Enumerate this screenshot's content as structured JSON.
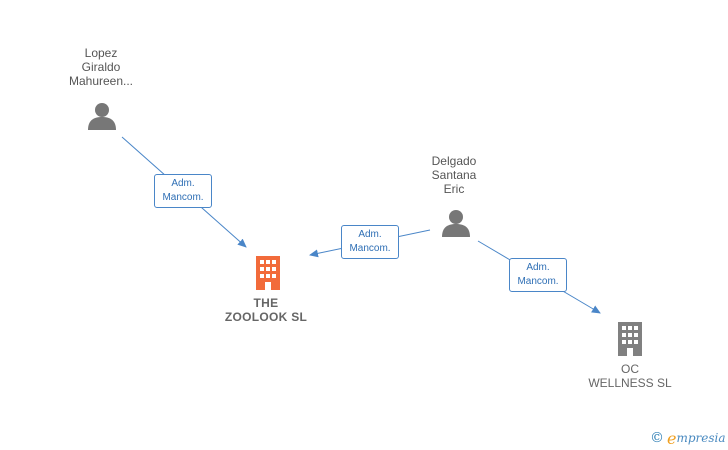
{
  "nodes": {
    "lopez": {
      "lines": [
        "Lopez",
        "Giraldo",
        "Mahureen..."
      ]
    },
    "delgado": {
      "lines": [
        "Delgado",
        "Santana",
        "Eric"
      ]
    },
    "zoolook": {
      "lines": [
        "THE",
        "ZOOLOOK  SL"
      ],
      "color": "#f26b3a"
    },
    "wellness": {
      "lines": [
        "OC",
        "WELLNESS  SL"
      ],
      "color": "#808080"
    }
  },
  "edges": [
    {
      "from": "lopez",
      "to": "zoolook",
      "label": [
        "Adm.",
        "Mancom."
      ]
    },
    {
      "from": "delgado",
      "to": "zoolook",
      "label": [
        "Adm.",
        "Mancom."
      ]
    },
    {
      "from": "delgado",
      "to": "wellness",
      "label": [
        "Adm.",
        "Mancom."
      ]
    }
  ],
  "colors": {
    "edge": "#4a86c8",
    "person": "#777777"
  },
  "watermark": {
    "copyright": "©",
    "brand_initial": "e",
    "brand_rest": "mpresia"
  }
}
